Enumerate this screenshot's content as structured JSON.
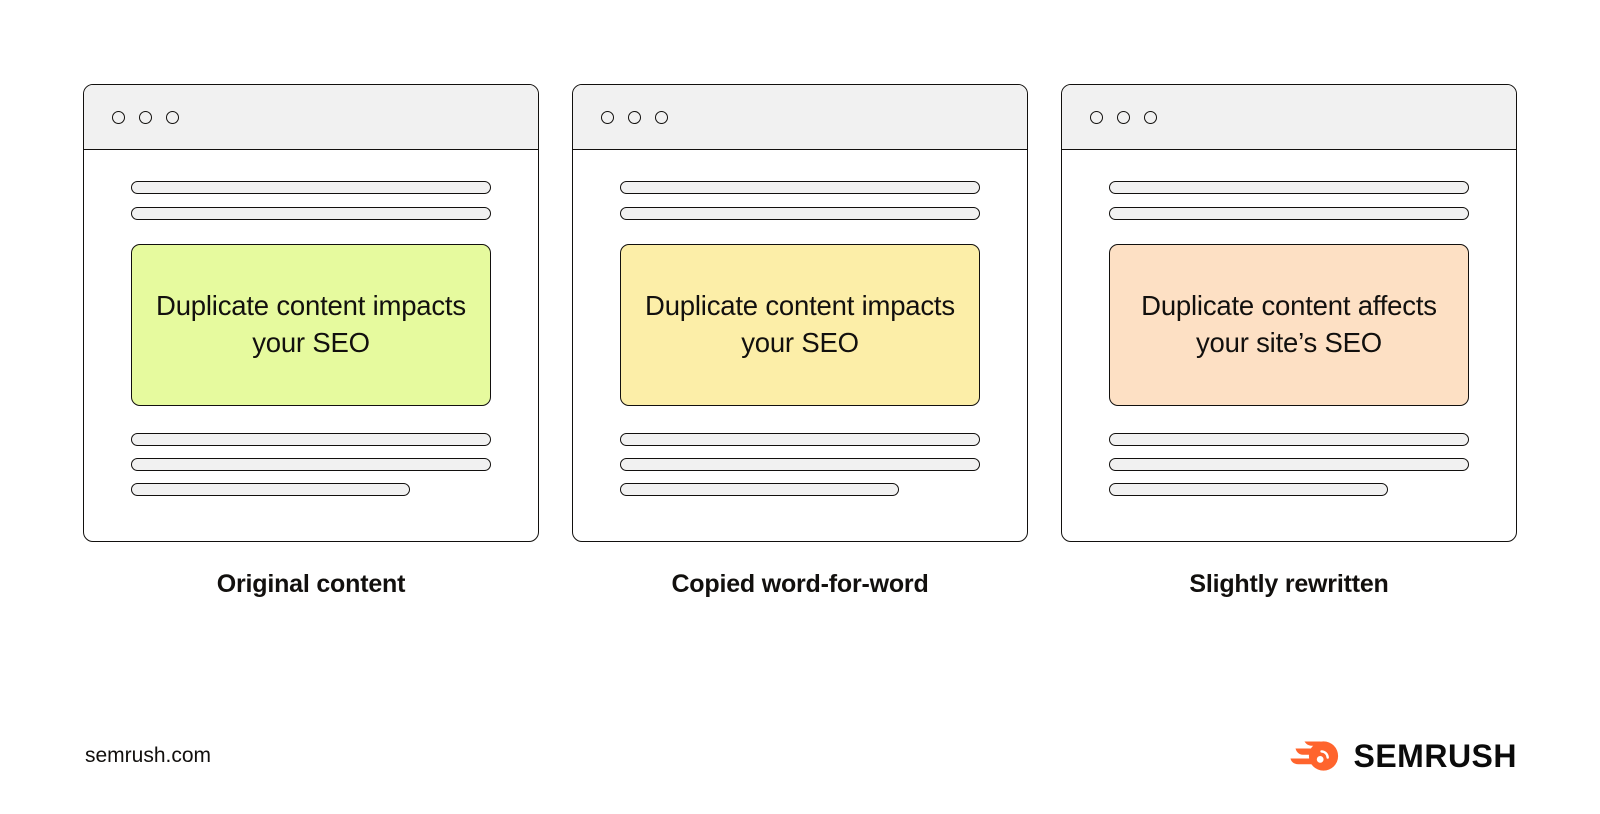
{
  "page": {
    "background_color": "#ffffff",
    "outline_color": "#12100e"
  },
  "window_dots": {
    "icon": "window-control-dot",
    "count": 3,
    "style": "outline-circle"
  },
  "panels": [
    {
      "id": "original",
      "message": "Duplicate content impacts your SEO",
      "highlight_color": "#e6fa9e",
      "caption": "Original content",
      "top_bars": [
        100,
        100
      ],
      "bottom_bars": [
        100,
        100,
        77.5
      ]
    },
    {
      "id": "copied",
      "message": "Duplicate content impacts your SEO",
      "highlight_color": "#fceea8",
      "caption": "Copied word-for-word",
      "top_bars": [
        100,
        100
      ],
      "bottom_bars": [
        100,
        100,
        77.5
      ]
    },
    {
      "id": "rewritten",
      "message": "Duplicate content affects your site’s SEO",
      "highlight_color": "#fde0c4",
      "caption": "Slightly rewritten",
      "top_bars": [
        100,
        100
      ],
      "bottom_bars": [
        100,
        100,
        77.5
      ]
    }
  ],
  "footer": {
    "url": "semrush.com",
    "brand_name": "SEMRUSH",
    "brand_color": "#ff642d",
    "brand_text_color": "#0b0b0b"
  }
}
